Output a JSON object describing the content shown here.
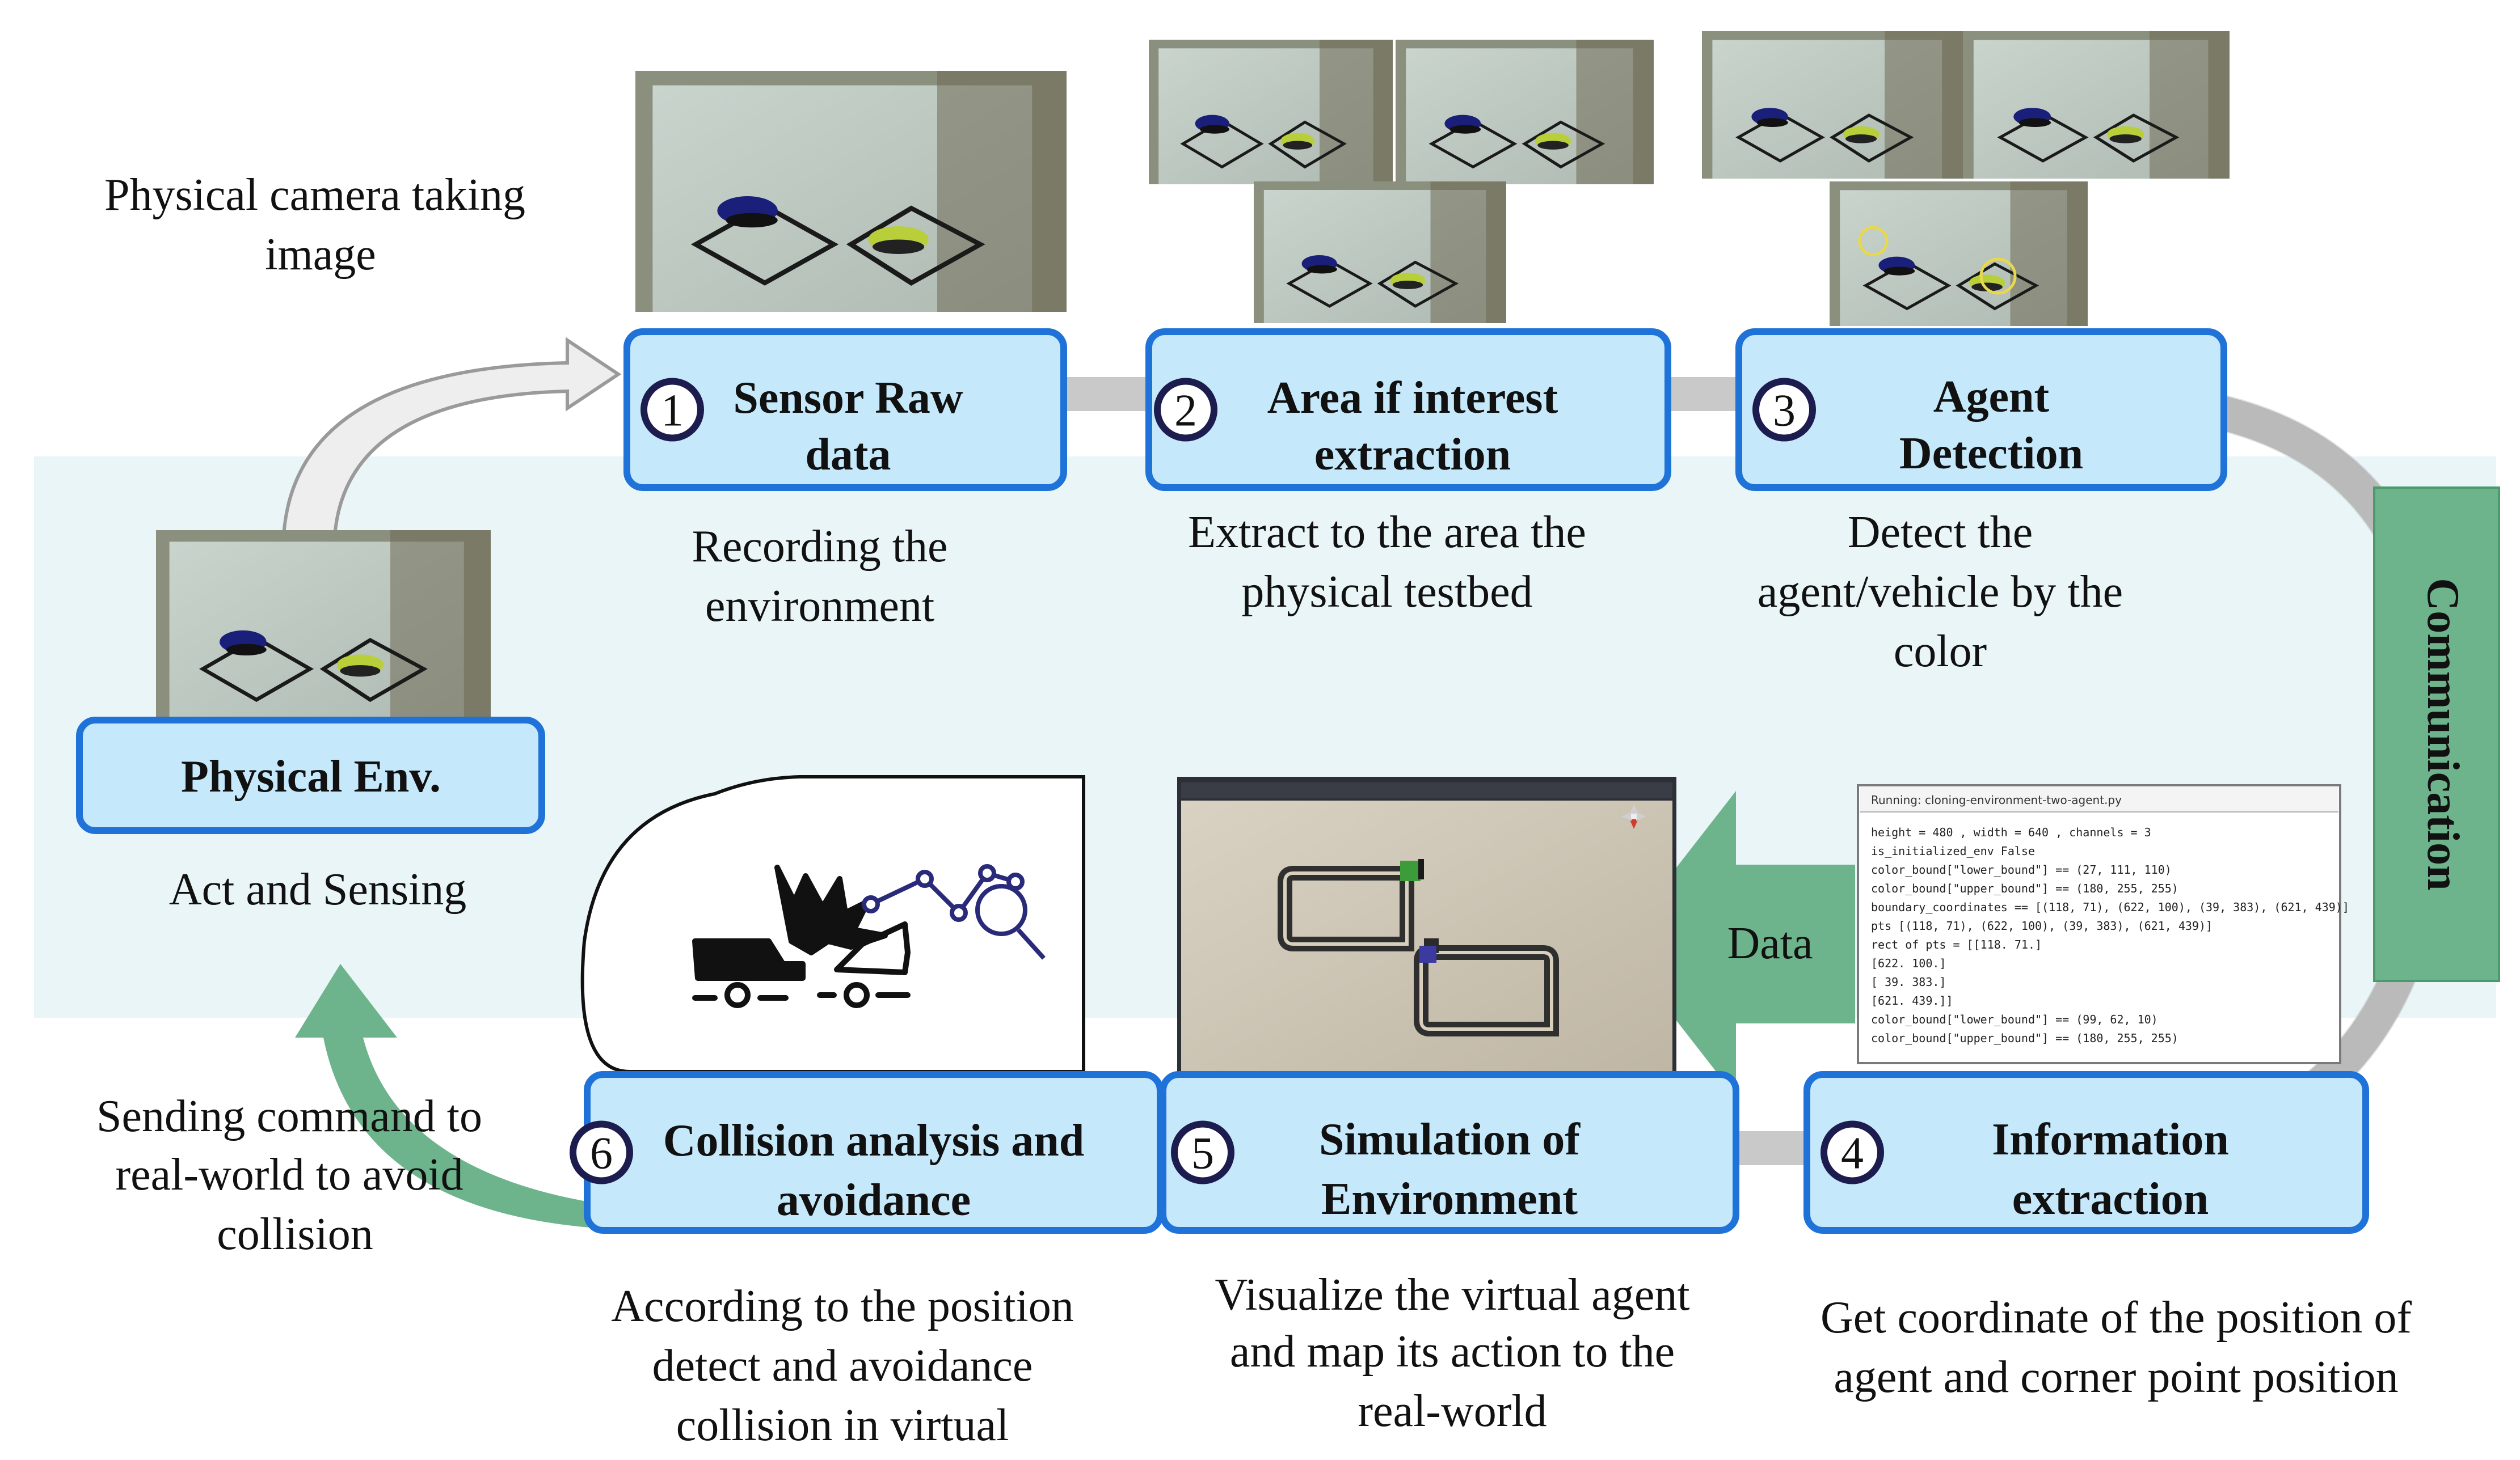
{
  "steps": [
    {
      "number": "1",
      "title_lines": [
        "Sensor Raw",
        "data"
      ],
      "description_lines": [
        "Recording the",
        "environment"
      ]
    },
    {
      "number": "2",
      "title_lines": [
        "Area if interest",
        "extraction"
      ],
      "description_lines": [
        "Extract to the area the",
        "physical testbed"
      ]
    },
    {
      "number": "3",
      "title_lines": [
        "Agent",
        "Detection"
      ],
      "description_lines": [
        "Detect the",
        "agent/vehicle by the",
        "color"
      ]
    },
    {
      "number": "4",
      "title_lines": [
        "Information",
        "extraction"
      ],
      "description_lines": [
        "Get coordinate of the position of",
        "agent and corner point position"
      ]
    },
    {
      "number": "5",
      "title_lines": [
        "Simulation  of",
        "Environment"
      ],
      "description_lines": [
        "Visualize the virtual agent",
        "and map its action to the",
        "real-world"
      ]
    },
    {
      "number": "6",
      "title_lines": [
        "Collision analysis and",
        "avoidance"
      ],
      "description_lines": [
        "According to the position",
        "detect and avoidance",
        "collision in virtual"
      ]
    }
  ],
  "physical_env": {
    "title": "Physical Env.",
    "description": "Act and Sensing"
  },
  "camera_caption_lines": [
    "Physical camera taking",
    "image"
  ],
  "sending_command_lines": [
    "Sending command to",
    "real-world to avoid",
    "collision"
  ],
  "communication_label": "Communication",
  "data_label": "Data",
  "terminal": {
    "title": "Running: cloning-environment-two-agent.py",
    "lines": [
      "height =  480  , width =  640  , channels =  3",
      "  is_initialized_env  False",
      "color_bound[\"lower_bound\"] ==  (27, 111, 110)",
      "color_bound[\"upper_bound\"] ==  (180, 255, 255)",
      "boundary_coordinates ==  [(118, 71), (622, 100), (39, 383), (621, 439)]",
      "pts [(118, 71), (622, 100), (39, 383), (621, 439)]",
      "rect of pts =  [[118.  71.]",
      " [622. 100.]",
      " [ 39. 383.]",
      " [621. 439.]]",
      "color_bound[\"lower_bound\"] ==  (99, 62, 10)",
      "color_bound[\"upper_bound\"] ==  (180, 255, 255)"
    ]
  },
  "colors": {
    "box_fill": "#c5e8fb",
    "box_border": "#1f72d8",
    "number_circle_border": "#1c1c4e",
    "band": "#e9f5f7",
    "loop_track": "#c9c9c9",
    "green_arrow": "#6db48c",
    "communication_box": "#6db48c",
    "testbed_floor": "#b8c6bd"
  }
}
